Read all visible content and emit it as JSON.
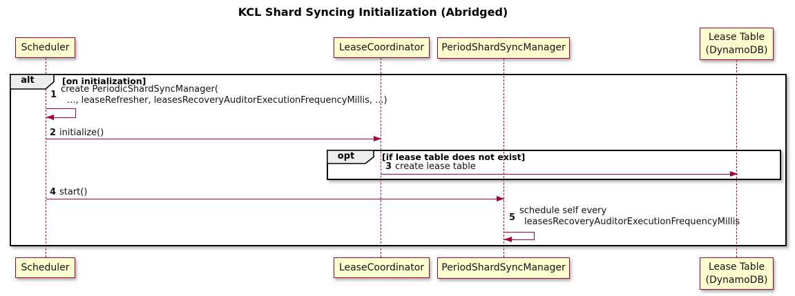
{
  "title": "KCL Shard Syncing Initialization (Abridged)",
  "colors": {
    "participant_fill": "#FEFECE",
    "participant_border": "#A80036",
    "lifeline": "#A80036",
    "arrow": "#A80036",
    "frame_border": "#000000",
    "frame_tab_fill": "#EDEDED"
  },
  "participants": [
    {
      "lines": [
        "Scheduler"
      ]
    },
    {
      "lines": [
        "LeaseCoordinator"
      ]
    },
    {
      "lines": [
        "PeriodShardSyncManager"
      ]
    },
    {
      "lines": [
        "Lease Table",
        "(DynamoDB)"
      ]
    }
  ],
  "frames": [
    {
      "operator": "alt",
      "condition": "[on initialization]"
    },
    {
      "operator": "opt",
      "condition": "[if lease table does not exist]"
    }
  ],
  "messages": [
    {
      "num": "1",
      "kind": "self",
      "from": "Scheduler",
      "to": "Scheduler",
      "lines": [
        "create PeriodicShardSyncManager(",
        "..., leaseRefresher, leasesRecoveryAuditorExecutionFrequencyMillis, ...)"
      ]
    },
    {
      "num": "2",
      "kind": "solid",
      "from": "Scheduler",
      "to": "LeaseCoordinator",
      "lines": [
        "initialize()"
      ]
    },
    {
      "num": "3",
      "kind": "solid",
      "from": "LeaseCoordinator",
      "to": "Lease Table (DynamoDB)",
      "lines": [
        "create lease table"
      ]
    },
    {
      "num": "4",
      "kind": "solid",
      "from": "Scheduler",
      "to": "PeriodShardSyncManager",
      "lines": [
        "start()"
      ]
    },
    {
      "num": "5",
      "kind": "self",
      "from": "PeriodShardSyncManager",
      "to": "PeriodShardSyncManager",
      "lines": [
        "schedule self every",
        "leasesRecoveryAuditorExecutionFrequencyMillis"
      ]
    }
  ]
}
